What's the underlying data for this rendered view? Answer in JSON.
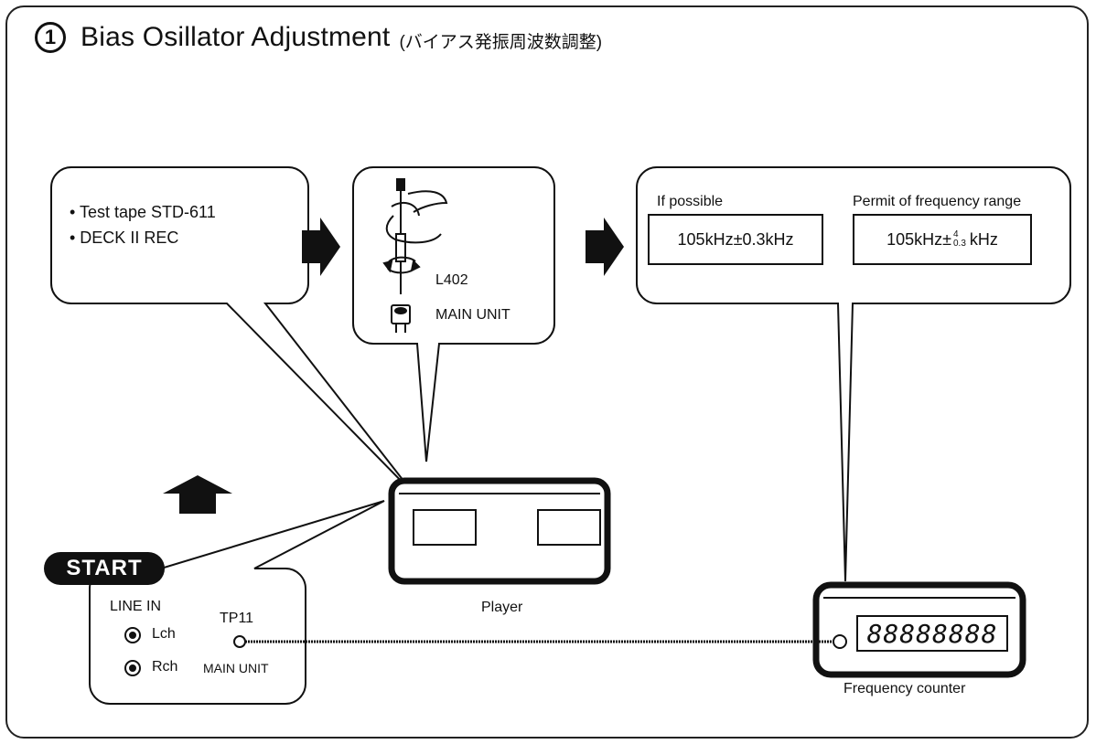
{
  "title": {
    "number": "1",
    "main": "Bias Osillator Adjustment",
    "japanese": "(バイアス発振周波数調整)"
  },
  "conditions": {
    "items": [
      "• Test tape STD-611",
      "• DECK II  REC"
    ]
  },
  "adjustment": {
    "coil_label": "L402",
    "location": "MAIN UNIT"
  },
  "frequency": {
    "if_possible_label": "If possible",
    "if_possible_value": "105kHz±0.3kHz",
    "permit_label": "Permit of frequency range",
    "permit_value_prefix": "105kHz±",
    "permit_tol_plus": "4",
    "permit_tol_minus": "0.3",
    "permit_value_suffix": "kHz"
  },
  "start": {
    "badge": "START",
    "line_in": "LINE IN",
    "lch": "Lch",
    "rch": "Rch",
    "test_point": "TP11",
    "location": "MAIN UNIT"
  },
  "player_label": "Player",
  "counter": {
    "digits": "88888888",
    "label": "Frequency counter"
  }
}
